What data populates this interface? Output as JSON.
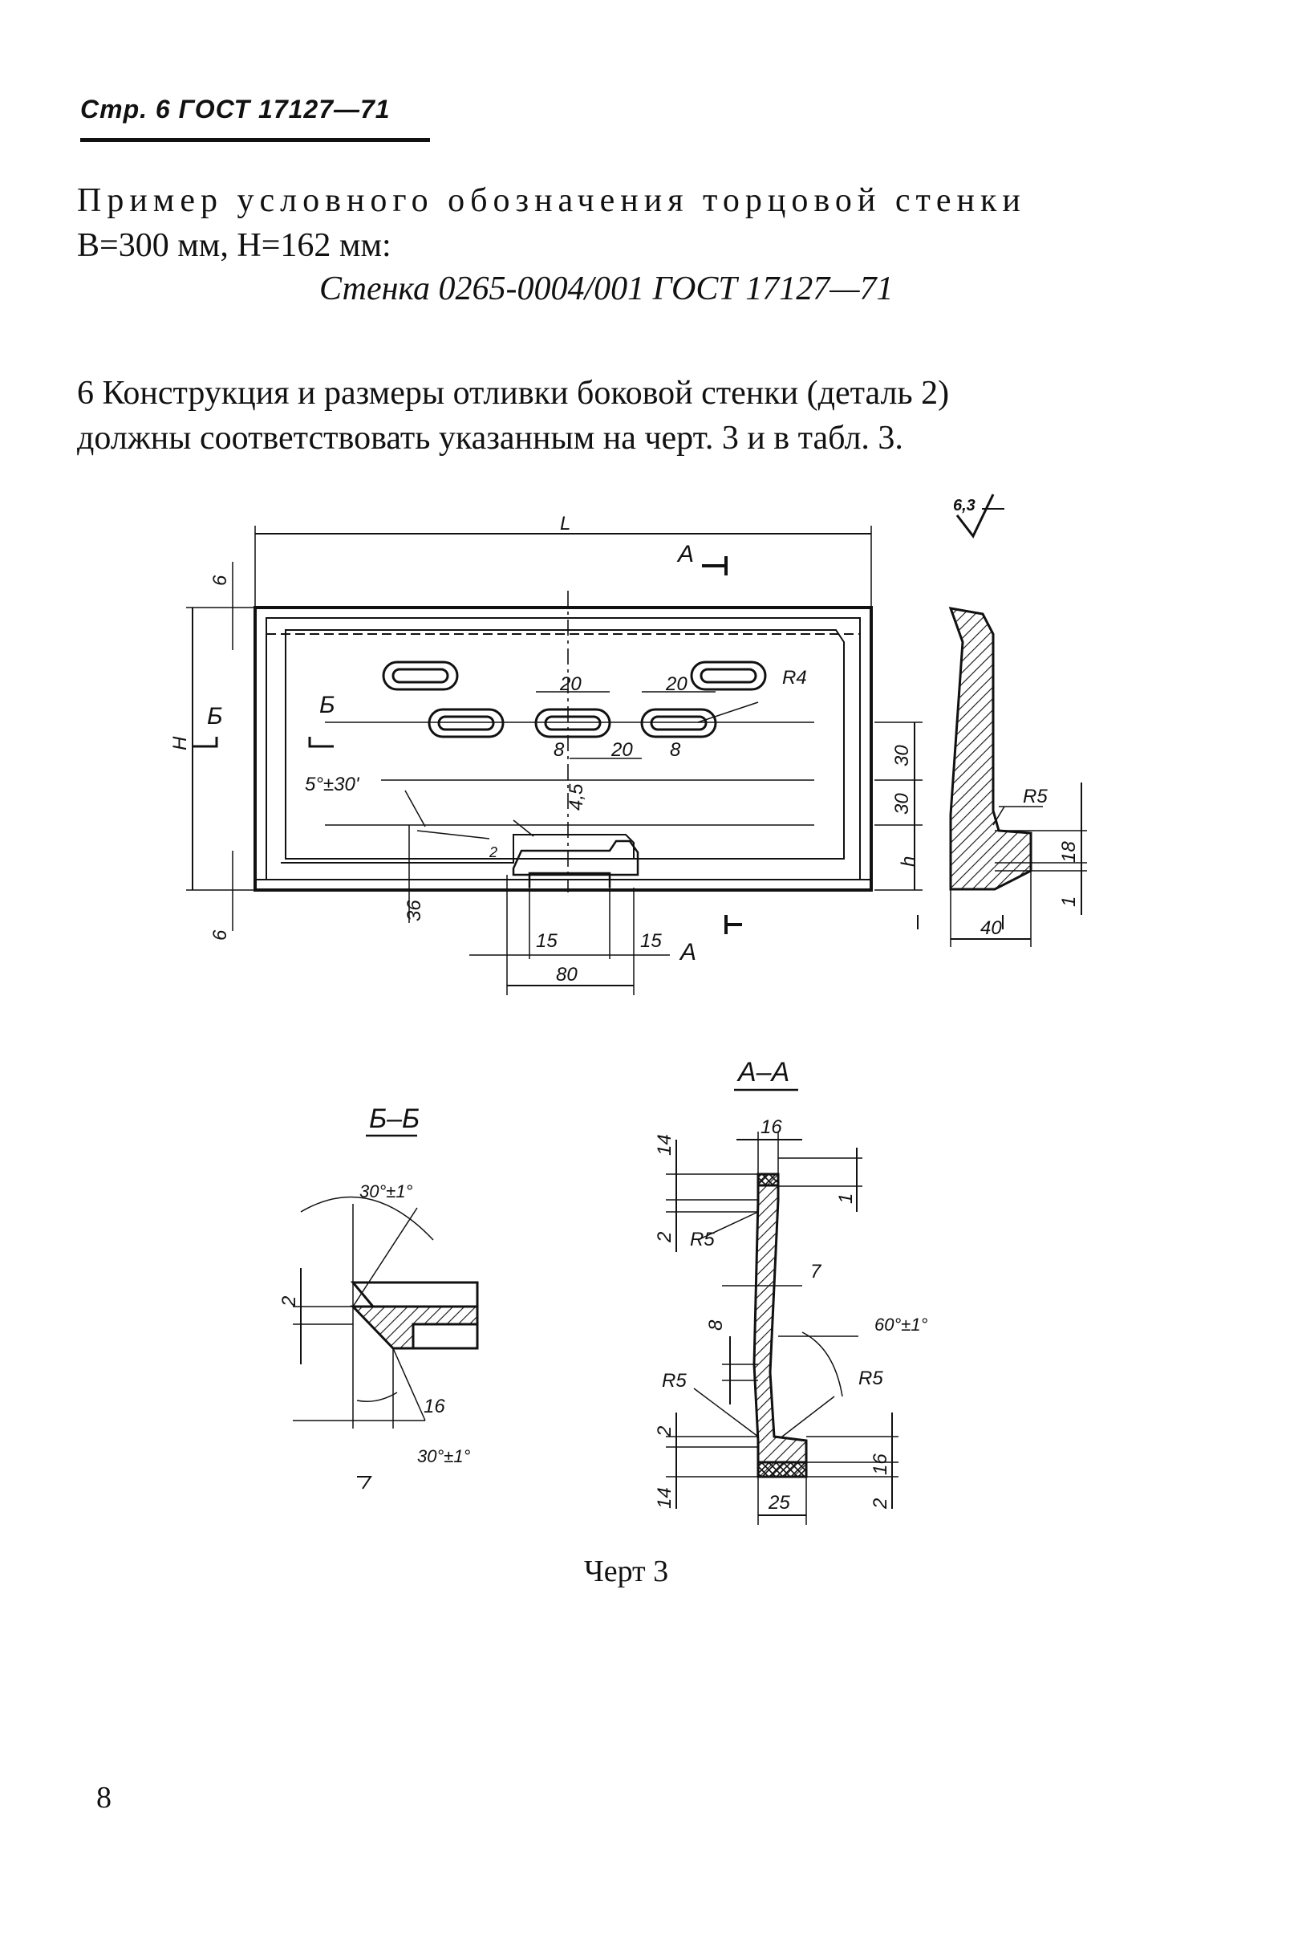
{
  "header": {
    "text": "Стр. 6 ГОСТ 17127—71"
  },
  "example": {
    "line1": "Пример условного обозначения торцовой стенки",
    "line2": "B=300 мм, H=162 мм:",
    "designation": "Стенка 0265-0004/001 ГОСТ 17127—71"
  },
  "clause6": {
    "line1": "6 Конструкция и размеры отливки боковой стенки (деталь 2)",
    "line2": "должны соответствовать указанным на черт. 3 и в табл. 3."
  },
  "drawing": {
    "roughness": "6,3",
    "main_view": {
      "L": "L",
      "H": "H",
      "h": "h",
      "dims": [
        "6",
        "6",
        "20",
        "20",
        "8",
        "20",
        "8",
        "30",
        "30",
        "36",
        "15",
        "15",
        "80",
        "4,5",
        "2",
        "5°±30'",
        "R4"
      ],
      "section_marks": [
        "A",
        "A",
        "Б",
        "Б"
      ]
    },
    "side_view": {
      "dims": [
        "R5",
        "18",
        "1",
        "40"
      ]
    },
    "section_bb": {
      "title": "Б–Б",
      "dims": [
        "30°±1°",
        "2",
        "16",
        "30°±1°"
      ]
    },
    "section_aa": {
      "title": "А–А",
      "dims": [
        "16",
        "14",
        "1",
        "2",
        "R5",
        "7",
        "8",
        "60°±1°",
        "R5",
        "R5",
        "2",
        "16",
        "2",
        "14",
        "25"
      ]
    }
  },
  "caption": "Черт 3",
  "page_number": "8"
}
